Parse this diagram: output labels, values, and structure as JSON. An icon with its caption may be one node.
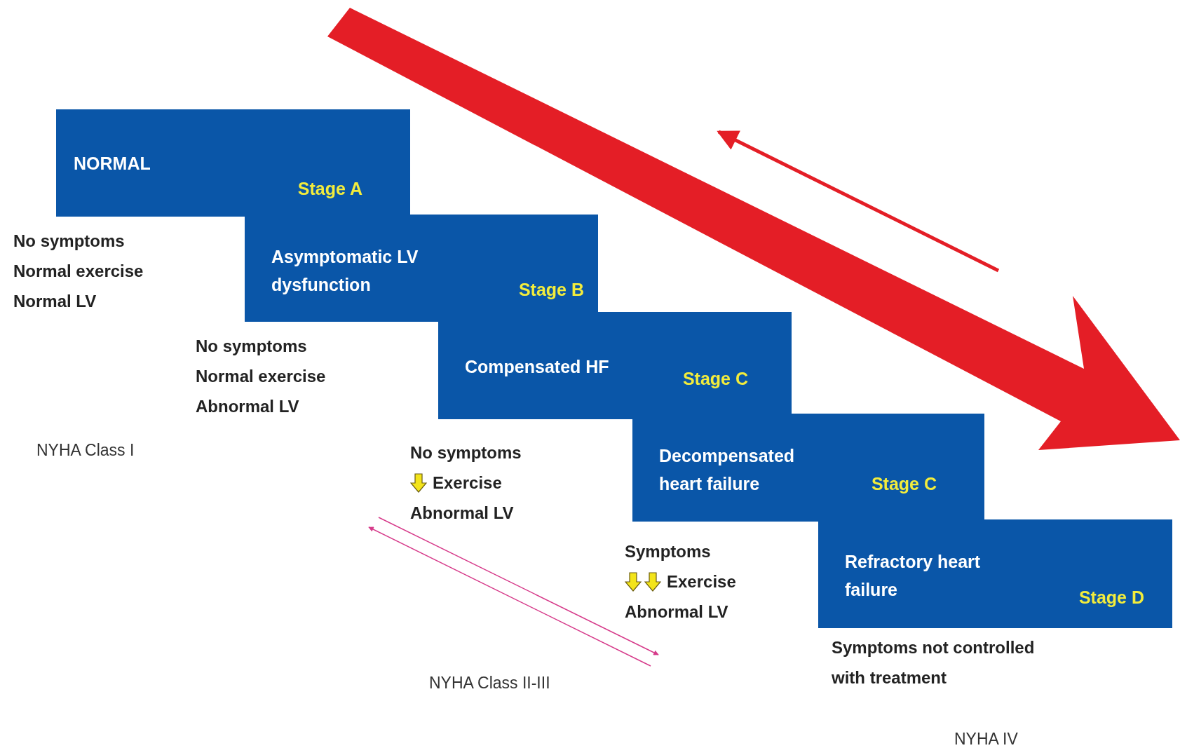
{
  "diagram": {
    "nodes": [
      {
        "text": [
          "NORMAL",
          "Stage A"
        ],
        "beside": [
          "No symptoms",
          "Normal exercise",
          "Normal LV"
        ]
      },
      {
        "text": [
          "Asymptomatic LV dysfunction",
          "Stage B"
        ],
        "beside": [
          "No symptoms",
          "Normal exercise",
          "Abnormal LV"
        ]
      },
      {
        "text": [
          "Compensated HF",
          "Stage C"
        ],
        "beside": [
          "No symptoms",
          "Exercise",
          "Abnormal LV"
        ]
      },
      {
        "text": [
          "Decompensated heart failure",
          "Stage C"
        ],
        "beside": [
          "Symptoms",
          "Exercise",
          "Abnormal LV"
        ]
      },
      {
        "text": [
          "Refractory heart failure",
          "Stage D"
        ],
        "beside": [
          "Symptoms not controlled",
          "with treatment"
        ]
      }
    ],
    "labels": [
      "NYHA Class I",
      "NYHA Class II-III",
      "NYHA IV"
    ]
  }
}
